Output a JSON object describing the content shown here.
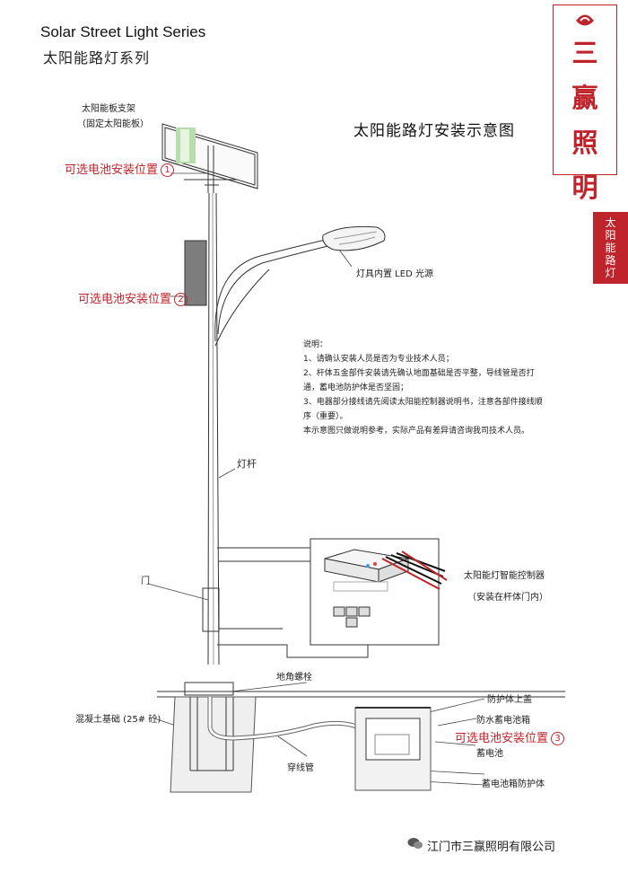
{
  "header": {
    "series_en": "Solar Street Light Series",
    "series_cn": "太阳能路灯系列"
  },
  "brand": {
    "logo_name": "三赢照明",
    "side_tab": "太阳能路灯",
    "footer_company": "江门市三赢照明有限公司",
    "accent_color": "#c0242b"
  },
  "diagram": {
    "title": "太阳能路灯安装示意图",
    "labels": {
      "panel_bracket": "太阳能板支架",
      "panel_bracket_note": "（固定太阳能板）",
      "battery_pos_1": "可选电池安装位置",
      "battery_pos_1_num": "1",
      "led_source": "灯具内置 LED 光源",
      "battery_pos_2": "可选电池安装位置",
      "battery_pos_2_num": "2",
      "pole": "灯杆",
      "door": "门",
      "controller": "太阳能灯智能控制器",
      "controller_note": "（安装在杆体门内）",
      "anchor_bolt": "地角螺栓",
      "concrete_base": "混凝土基础 (25# 砼)",
      "conduit": "穿线管",
      "cover": "防护体上盖",
      "battery_box": "防水蓄电池箱",
      "battery_pos_3": "可选电池安装位置",
      "battery_pos_3_num": "3",
      "battery": "蓄电池",
      "battery_box_guard": "蓄电池箱防护体"
    },
    "notes": {
      "heading": "说明：",
      "items": [
        "1、请确认安装人员是否为专业技术人员；",
        "2、杆体五金部件安装请先确认地面基础是否平整，导线管是否打通，蓄电池防护体是否坚固；",
        "3、电器部分接线请先阅读太阳能控制器说明书，注意各部件接线顺序（重要）。",
        "本示意图只做说明参考，实际产品有差异请咨询我司技术人员。"
      ]
    }
  }
}
